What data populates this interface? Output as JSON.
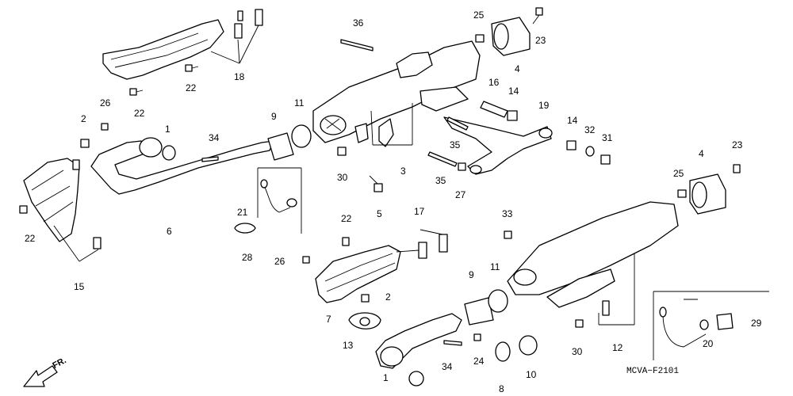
{
  "diagram": {
    "code": "MCVA−F2101",
    "direction_label": "FR.",
    "callouts": [
      "36",
      "25",
      "23",
      "4",
      "18",
      "22",
      "22",
      "16",
      "14",
      "19",
      "11",
      "9",
      "26",
      "2",
      "1",
      "34",
      "14",
      "32",
      "31",
      "35",
      "35",
      "27",
      "30",
      "5",
      "3",
      "6",
      "22",
      "15",
      "21",
      "28",
      "23",
      "25",
      "4",
      "22",
      "17",
      "33",
      "26",
      "9",
      "11",
      "2",
      "7",
      "13",
      "1",
      "34",
      "24",
      "8",
      "10",
      "30",
      "12",
      "29",
      "20"
    ]
  }
}
